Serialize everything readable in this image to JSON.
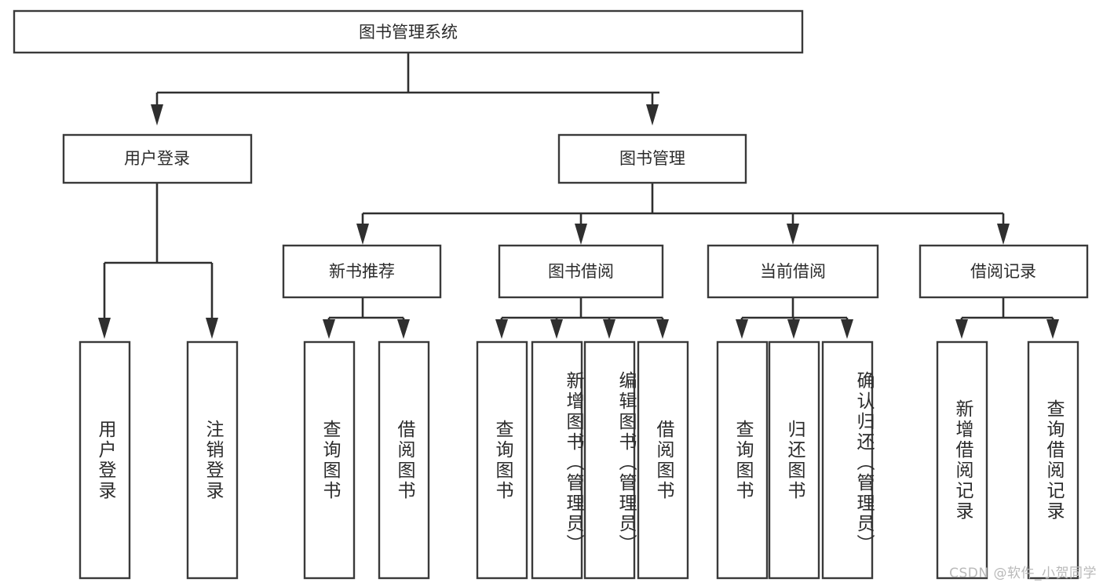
{
  "diagram": {
    "title": "图书管理系统",
    "type": "tree",
    "root": {
      "id": "root",
      "label": "图书管理系统"
    },
    "level2": [
      {
        "id": "user-login",
        "label": "用户登录"
      },
      {
        "id": "book-manage",
        "label": "图书管理"
      }
    ],
    "level3": [
      {
        "id": "new-book-recommend",
        "label": "新书推荐"
      },
      {
        "id": "book-borrow",
        "label": "图书借阅"
      },
      {
        "id": "current-borrow",
        "label": "当前借阅"
      },
      {
        "id": "borrow-record",
        "label": "借阅记录"
      }
    ],
    "leaves": [
      {
        "id": "leaf-user-login",
        "label": "用户登录",
        "parent": "用户登录"
      },
      {
        "id": "leaf-user-logout",
        "label": "注销登录",
        "parent": "用户登录"
      },
      {
        "id": "leaf-query-book-1",
        "label": "查询图书",
        "parent": "新书推荐"
      },
      {
        "id": "leaf-borrow-book-1",
        "label": "借阅图书",
        "parent": "新书推荐"
      },
      {
        "id": "leaf-query-book-2",
        "label": "查询图书",
        "parent": "图书借阅"
      },
      {
        "id": "leaf-add-book",
        "label": "新增图书（管理员）",
        "parent": "图书借阅"
      },
      {
        "id": "leaf-edit-book",
        "label": "编辑图书（管理员）",
        "parent": "图书借阅"
      },
      {
        "id": "leaf-borrow-book-2",
        "label": "借阅图书",
        "parent": "图书借阅"
      },
      {
        "id": "leaf-query-book-3",
        "label": "查询图书",
        "parent": "当前借阅"
      },
      {
        "id": "leaf-return-book",
        "label": "归还图书",
        "parent": "当前借阅"
      },
      {
        "id": "leaf-confirm-return",
        "label": "确认归还（管理员）",
        "parent": "当前借阅"
      },
      {
        "id": "leaf-add-record",
        "label": "新增借阅记录",
        "parent": "借阅记录"
      },
      {
        "id": "leaf-query-record",
        "label": "查询借阅记录",
        "parent": "借阅记录"
      }
    ],
    "colors": {
      "box_stroke": "#3a3a3a",
      "connector": "#2f2f2f",
      "text": "#2b2b2b",
      "background": "#ffffff",
      "watermark": "#b9b9b9"
    }
  },
  "watermark": {
    "text": "CSDN @软件_小贺同学"
  }
}
